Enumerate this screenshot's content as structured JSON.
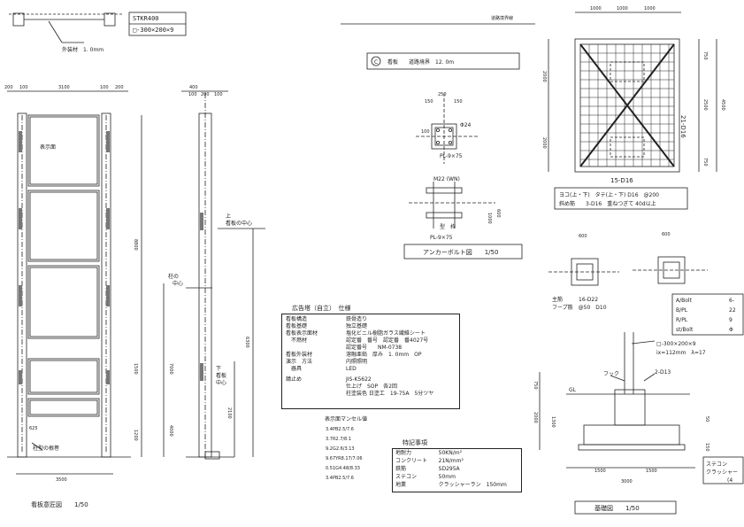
{
  "top_left": {
    "material_label": "STKR400",
    "material_size": "□-300×200×9",
    "cladding_note": "外装材　1. 0mm"
  },
  "front_elevation": {
    "dims_top": [
      "200",
      "100",
      "3100",
      "100",
      "200"
    ],
    "panel_label": "表示面",
    "height_total": "8800",
    "heights_lower": [
      "1500",
      "1200"
    ],
    "dim_small": "625",
    "base_note": "柱型の根巻",
    "width_total": "3500",
    "caption": "看板意匠図　　1/50"
  },
  "side_elevation": {
    "dims_top": [
      "400",
      "100",
      "200",
      "100"
    ],
    "label_upper_center": "上\n看板の中心",
    "label_pillar_center": "柱の\n中心",
    "label_lower_center": "下\n看板\n中心",
    "dims_right": [
      "6300",
      "2100",
      "7000",
      "4000"
    ]
  },
  "sign_note": {
    "marker": "C",
    "label": "看板　　道路境界　12. 0m",
    "boundary_label": "道路境界線"
  },
  "spec_box": {
    "title": "広告塔（自立）　仕様",
    "rows": [
      {
        "k": "看板構造",
        "v": "鉄骨造り"
      },
      {
        "k": "看板基礎",
        "v": "独立基礎"
      },
      {
        "k": "看板表示面材",
        "v": "塩化ビニル樹脂ガラス繊維シート"
      },
      {
        "k": "　不燃材",
        "v": "認定番　番号　認定番　番4027号"
      },
      {
        "k": "",
        "v": "認定番号　　NM-0738"
      },
      {
        "k": "看板外装材",
        "v": "溶融亜鉛　厚み　1. 0mm　OP"
      },
      {
        "k": "演示　方法",
        "v": "内照照明"
      },
      {
        "k": "　器具",
        "v": "LED"
      },
      {
        "k": "錆止め",
        "v": "JIS-K5622"
      },
      {
        "k": "",
        "v": "仕上げ　SOP　各2回"
      },
      {
        "k": "",
        "v": "柱塗装色 日塗工　19-75A　5分ツヤ"
      }
    ]
  },
  "munsell": {
    "title": "表示面マンセル値",
    "values": [
      "3.4PB2.5/7.6",
      "3.7R2.7/8.1",
      "9.2G2.6/3.13",
      "9.67YR8.17/7.06",
      "0.51G4.48/8.33",
      "3.4PB2.5/7.6"
    ]
  },
  "notes_box": {
    "title": "特記事項",
    "rows": [
      {
        "k": "地耐力",
        "v": "50KN/m²"
      },
      {
        "k": "コンクリート",
        "v": "21N/mm²"
      },
      {
        "k": "鉄筋",
        "v": "SD295A"
      },
      {
        "k": "ステコン",
        "v": "50mm"
      },
      {
        "k": "地業",
        "v": "クラッシャーラン　150mm"
      }
    ]
  },
  "anchor_detail": {
    "dims": [
      "150",
      "250",
      "150",
      "100"
    ],
    "plate_label": "PL-9×75",
    "phi": "Φ24",
    "bolt_label": "M22 (WN)",
    "plate_label2": "PL-9×75",
    "mold_label": "型　枠",
    "side_dims": [
      "1000",
      "600"
    ],
    "caption": "アンカーボルト図　　1/50"
  },
  "footing_plan": {
    "top_dims": [
      "1000",
      "1000",
      "1000"
    ],
    "left_dims": [
      "2000",
      "2000"
    ],
    "right_dims": [
      "21-D16",
      "750",
      "2500",
      "4500",
      "750"
    ],
    "bottom_label": "15-D16",
    "note1": "ヨコ(上・下)　タテ(上・下) D16　@200",
    "note2": "斜め筋　　3-D16　重ねつぎて 40d以上"
  },
  "column_section": {
    "dims": [
      "600",
      "600"
    ],
    "main_bar": "主筋　　　16-D22",
    "hoop": "フープ筋　@50　D10",
    "legend": [
      "A/Bolt",
      "B/PL",
      "R/PL",
      "st/Bolt"
    ],
    "legend_vals": [
      "6-",
      "22",
      "9",
      "Φ"
    ]
  },
  "foundation_section": {
    "steel_label": "□-300×200×9",
    "ix_label": "ix=112mm　λ=17",
    "hook_label": "フック",
    "bar_label": "2-D13",
    "gl_label": "GL",
    "dims_left": [
      "750",
      "1300",
      "2000",
      "150",
      "50"
    ],
    "dims_bottom": [
      "1500",
      "1500"
    ],
    "dim_total": "3000",
    "right_note1": "ステコン",
    "right_note2": "クラッシャー",
    "right_note3": "(4",
    "caption": "基礎図　　1/50"
  }
}
